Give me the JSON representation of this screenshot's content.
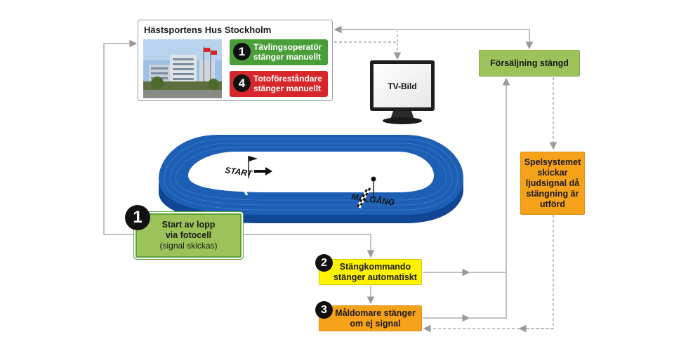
{
  "hq": {
    "title": "Hästsportens Hus Stockholm",
    "badge1_num": "1",
    "badge1_text": "Tävlingsoperatör stänger manuellt",
    "badge4_num": "4",
    "badge4_text": "Totoföreståndare stänger manuellt"
  },
  "tv": {
    "label": "TV-Bild"
  },
  "track": {
    "start_label": "START",
    "finish_label": "MÅLGÅNG"
  },
  "sale_closed": {
    "text": "Försäljning stängd"
  },
  "game_system": {
    "text": "Spelsystemet skickar ljudsignal då stängning är utförd"
  },
  "start_box": {
    "num": "1",
    "line1": "Start av lopp",
    "line2": "via fotocell",
    "line3": "(signal skickas)"
  },
  "close_cmd": {
    "num": "2",
    "text": "Stängkommando stänger automatiskt"
  },
  "judge": {
    "num": "3",
    "text": "Måldomare stänger om ej signal"
  },
  "colors": {
    "green": "#9cc35a",
    "dark_green": "#4a9e3a",
    "red": "#d7262a",
    "yellow": "#fff200",
    "orange": "#f7a21b",
    "track_blue": "#1c5fb5",
    "line_gray": "#9a9a9a"
  }
}
